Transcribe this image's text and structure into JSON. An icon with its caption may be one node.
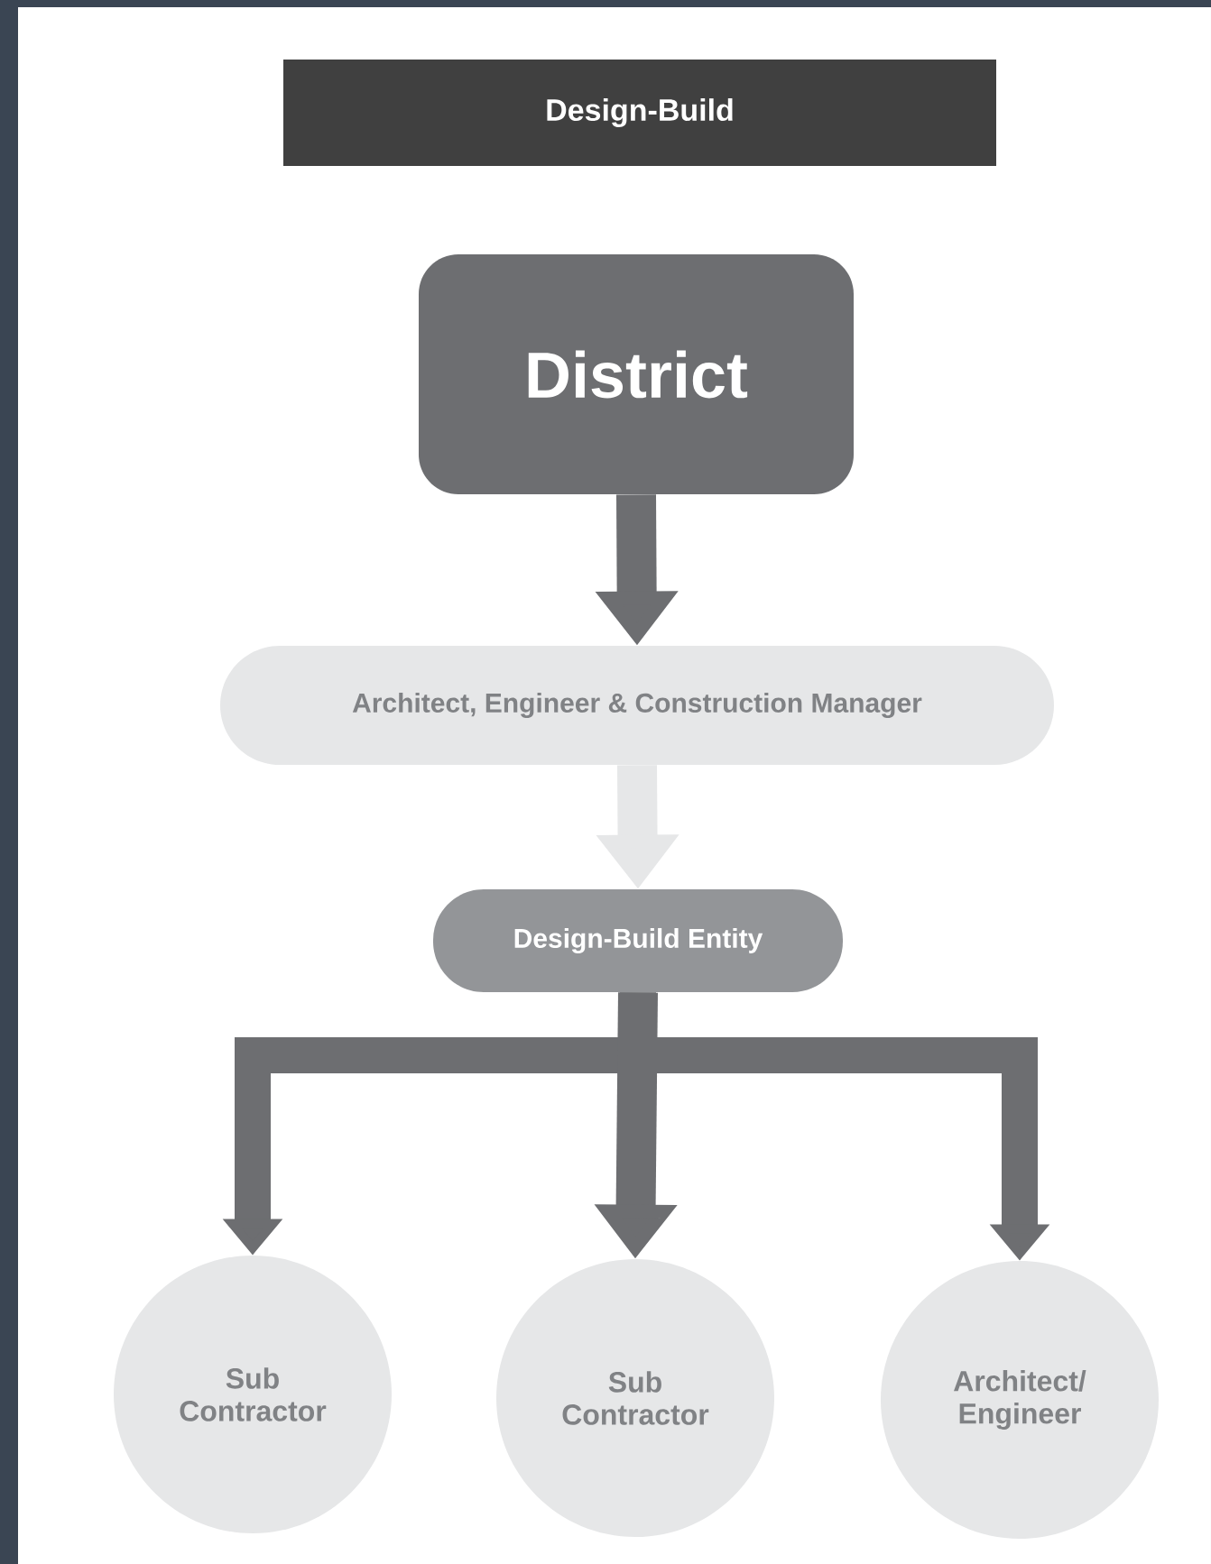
{
  "diagram": {
    "title": "Design-Build",
    "nodes": [
      {
        "text": [
          "District"
        ]
      },
      {
        "text": [
          "Architect, Engineer & Construction Manager"
        ]
      },
      {
        "text": [
          "Design-Build Entity"
        ]
      },
      {
        "text": [
          "Sub Contractor"
        ]
      },
      {
        "text": [
          "Sub Contractor"
        ]
      },
      {
        "text": [
          "Architect/ Engineer"
        ]
      }
    ],
    "edges": [
      {
        "from": 0,
        "to": 1,
        "arrow": "to",
        "color": "#6d6e71"
      },
      {
        "from": 1,
        "to": 2,
        "arrow": "to",
        "color": "#e6e7e8"
      },
      {
        "from": 2,
        "to": 3,
        "arrow": "to",
        "color": "#6d6e71"
      },
      {
        "from": 2,
        "to": 4,
        "arrow": "to",
        "color": "#6d6e71"
      },
      {
        "from": 2,
        "to": 5,
        "arrow": "to",
        "color": "#6d6e71"
      }
    ]
  }
}
